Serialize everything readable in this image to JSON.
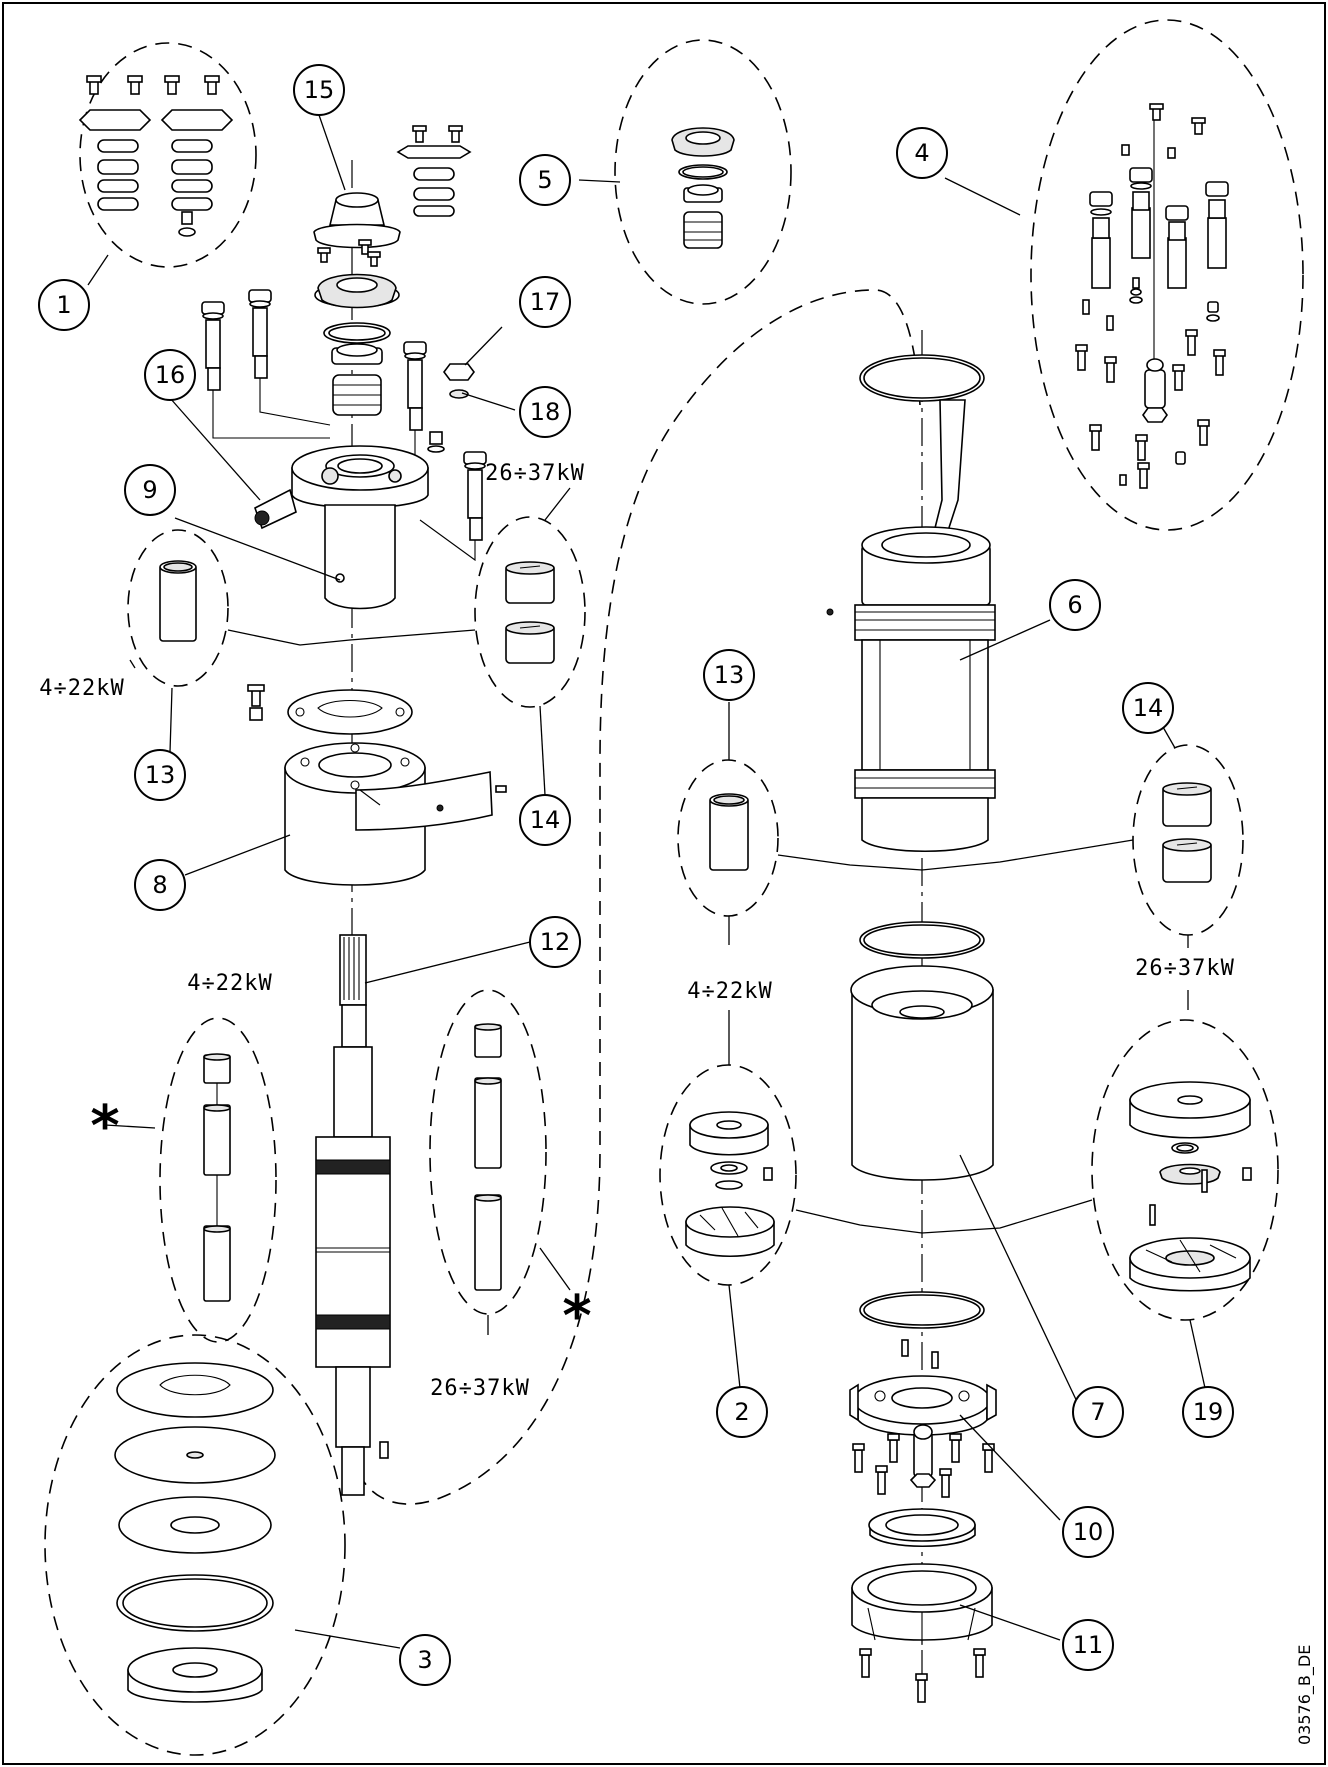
{
  "callouts": {
    "c1": "1",
    "c2": "2",
    "c3": "3",
    "c4": "4",
    "c5": "5",
    "c6": "6",
    "c7": "7",
    "c8": "8",
    "c9": "9",
    "c10": "10",
    "c11": "11",
    "c12": "12",
    "c13a": "13",
    "c13b": "13",
    "c14a": "14",
    "c14b": "14",
    "c15": "15",
    "c16": "16",
    "c17": "17",
    "c18": "18",
    "c19": "19"
  },
  "notes": {
    "range_small": "4÷22kW",
    "range_large": "26÷37kW"
  },
  "marker": "*",
  "drawing_code": "03576_B_DE"
}
